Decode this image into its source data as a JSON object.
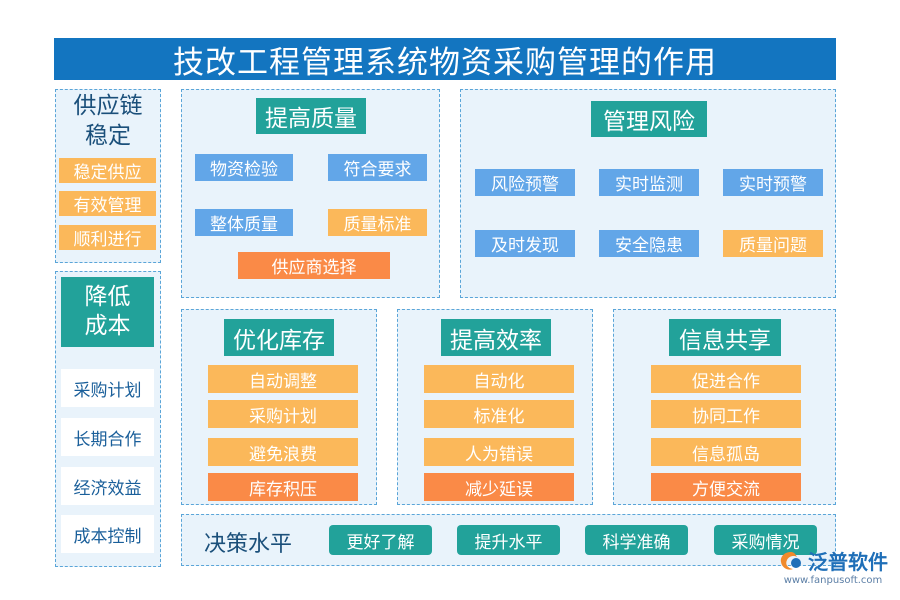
{
  "title": "技改工程管理系统物资采购管理的作用",
  "supply_chain": {
    "title": "供应链稳定",
    "items": [
      "稳定供应",
      "有效管理",
      "顺利进行"
    ]
  },
  "cost": {
    "title": "降低成本",
    "items": [
      "采购计划",
      "长期合作",
      "经济效益",
      "成本控制"
    ]
  },
  "quality": {
    "title": "提高质量",
    "items": [
      "物资检验",
      "符合要求",
      "整体质量",
      "质量标准",
      "供应商选择"
    ]
  },
  "risk": {
    "title": "管理风险",
    "items": [
      "风险预警",
      "实时监测",
      "实时预警",
      "及时发现",
      "安全隐患",
      "质量问题"
    ]
  },
  "inventory": {
    "title": "优化库存",
    "items": [
      "自动调整",
      "采购计划",
      "避免浪费",
      "库存积压"
    ]
  },
  "efficiency": {
    "title": "提高效率",
    "items": [
      "自动化",
      "标准化",
      "人为错误",
      "减少延误"
    ]
  },
  "info": {
    "title": "信息共享",
    "items": [
      "促进合作",
      "协同工作",
      "信息孤岛",
      "方便交流"
    ]
  },
  "decision": {
    "title": "决策水平",
    "items": [
      "更好了解",
      "提升水平",
      "科学准确",
      "采购情况"
    ]
  },
  "brand": {
    "name": "泛普软件",
    "url": "www.fanpusoft.com"
  },
  "colors": {
    "title_bar": "#1375c0",
    "teal": "#22a29a",
    "chip_blue": "#62a6e8",
    "chip_orange": "#fdb34d",
    "chip_orange_dark": "#fa8a47",
    "panel_bg": "#e9f3fb",
    "panel_border": "#5aa5d8"
  }
}
